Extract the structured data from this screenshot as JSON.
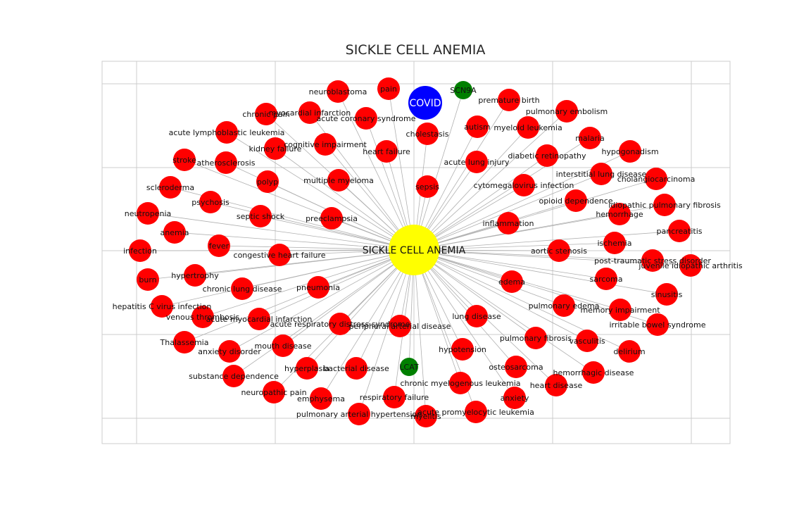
{
  "title": "SICKLE CELL ANEMIA",
  "colors": {
    "center": "#ffff00",
    "disease": "#ff0000",
    "gene": "#007f00",
    "covid": "#0000ff",
    "edge": "#b0b0b0",
    "grid": "#cccccc"
  },
  "center": {
    "label": "SICKLE CELL ANEMIA"
  },
  "covid": {
    "label": "COVID"
  },
  "nodes": [
    {
      "label": "neuroblastoma",
      "type": "disease"
    },
    {
      "label": "pain",
      "type": "disease"
    },
    {
      "label": "SCN9A",
      "type": "gene"
    },
    {
      "label": "premature birth",
      "type": "disease"
    },
    {
      "label": "pulmonary embolism",
      "type": "disease"
    },
    {
      "label": "chronic pain",
      "type": "disease"
    },
    {
      "label": "myocardial infarction",
      "type": "disease"
    },
    {
      "label": "acute coronary syndrome",
      "type": "disease"
    },
    {
      "label": "cholestasis",
      "type": "disease"
    },
    {
      "label": "autism",
      "type": "disease"
    },
    {
      "label": "myeloid leukemia",
      "type": "disease"
    },
    {
      "label": "malaria",
      "type": "disease"
    },
    {
      "label": "acute lymphoblastic leukemia",
      "type": "disease"
    },
    {
      "label": "cognitive impairment",
      "type": "disease"
    },
    {
      "label": "kidney failure",
      "type": "disease"
    },
    {
      "label": "heart failure",
      "type": "disease"
    },
    {
      "label": "diabetic retinopathy",
      "type": "disease"
    },
    {
      "label": "hypogonadism",
      "type": "disease"
    },
    {
      "label": "stroke",
      "type": "disease"
    },
    {
      "label": "atherosclerosis",
      "type": "disease"
    },
    {
      "label": "acute lung injury",
      "type": "disease"
    },
    {
      "label": "interstitial lung disease",
      "type": "disease"
    },
    {
      "label": "cholangiocarcinoma",
      "type": "disease"
    },
    {
      "label": "polyp",
      "type": "disease"
    },
    {
      "label": "multiple myeloma",
      "type": "disease"
    },
    {
      "label": "sepsis",
      "type": "disease"
    },
    {
      "label": "cytomegalovirus infection",
      "type": "disease"
    },
    {
      "label": "scleroderma",
      "type": "disease"
    },
    {
      "label": "psychosis",
      "type": "disease"
    },
    {
      "label": "opioid dependence",
      "type": "disease"
    },
    {
      "label": "idiopathic pulmonary fibrosis",
      "type": "disease"
    },
    {
      "label": "neutropenia",
      "type": "disease"
    },
    {
      "label": "septic shock",
      "type": "disease"
    },
    {
      "label": "preeclampsia",
      "type": "disease"
    },
    {
      "label": "hemorrhage",
      "type": "disease"
    },
    {
      "label": "inflammation",
      "type": "disease"
    },
    {
      "label": "pancreatitis",
      "type": "disease"
    },
    {
      "label": "anemia",
      "type": "disease"
    },
    {
      "label": "ischemia",
      "type": "disease"
    },
    {
      "label": "fever",
      "type": "disease"
    },
    {
      "label": "infection",
      "type": "disease"
    },
    {
      "label": "congestive heart failure",
      "type": "disease"
    },
    {
      "label": "aortic stenosis",
      "type": "disease"
    },
    {
      "label": "post-traumatic stress disorder",
      "type": "disease"
    },
    {
      "label": "juvenile idiopathic arthritis",
      "type": "disease"
    },
    {
      "label": "hypertrophy",
      "type": "disease"
    },
    {
      "label": "burn",
      "type": "disease"
    },
    {
      "label": "sarcoma",
      "type": "disease"
    },
    {
      "label": "chronic lung disease",
      "type": "disease"
    },
    {
      "label": "pneumonia",
      "type": "disease"
    },
    {
      "label": "edema",
      "type": "disease"
    },
    {
      "label": "sinusitis",
      "type": "disease"
    },
    {
      "label": "hepatitis C virus infection",
      "type": "disease"
    },
    {
      "label": "pulmonary edema",
      "type": "disease"
    },
    {
      "label": "memory impairment",
      "type": "disease"
    },
    {
      "label": "venous thrombosis",
      "type": "disease"
    },
    {
      "label": "acute myocardial infarction",
      "type": "disease"
    },
    {
      "label": "lung disease",
      "type": "disease"
    },
    {
      "label": "irritable bowel syndrome",
      "type": "disease"
    },
    {
      "label": "acute respiratory distress syndrome",
      "type": "disease"
    },
    {
      "label": "peripheral arterial disease",
      "type": "disease"
    },
    {
      "label": "Thalassemia",
      "type": "disease"
    },
    {
      "label": "pulmonary fibrosis",
      "type": "disease"
    },
    {
      "label": "vasculitis",
      "type": "disease"
    },
    {
      "label": "anxiety disorder",
      "type": "disease"
    },
    {
      "label": "mouth disease",
      "type": "disease"
    },
    {
      "label": "delirium",
      "type": "disease"
    },
    {
      "label": "hypotension",
      "type": "disease"
    },
    {
      "label": "LCAT",
      "type": "gene"
    },
    {
      "label": "hyperplasia",
      "type": "disease"
    },
    {
      "label": "bacterial disease",
      "type": "disease"
    },
    {
      "label": "osteosarcoma",
      "type": "disease"
    },
    {
      "label": "substance dependence",
      "type": "disease"
    },
    {
      "label": "hemorrhagic disease",
      "type": "disease"
    },
    {
      "label": "chronic myelogenous leukemia",
      "type": "disease"
    },
    {
      "label": "heart disease",
      "type": "disease"
    },
    {
      "label": "neuropathic pain",
      "type": "disease"
    },
    {
      "label": "emphysema",
      "type": "disease"
    },
    {
      "label": "respiratory failure",
      "type": "disease"
    },
    {
      "label": "anxiety",
      "type": "disease"
    },
    {
      "label": "pulmonary arterial hypertension",
      "type": "disease"
    },
    {
      "label": "myelitis",
      "type": "disease"
    },
    {
      "label": "acute promyelocytic leukemia",
      "type": "disease"
    }
  ]
}
